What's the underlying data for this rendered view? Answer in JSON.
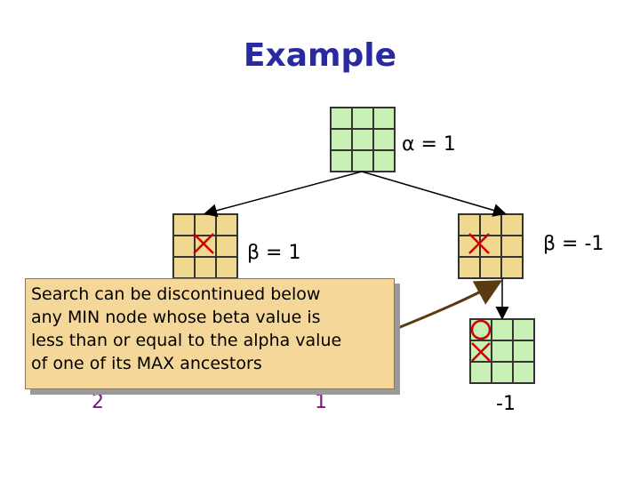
{
  "title": "Example",
  "root": {
    "label": "α = 1"
  },
  "left_min": {
    "label": "β = 1"
  },
  "right_min": {
    "label": "β = -1"
  },
  "callout": {
    "lines": [
      "Search can be discontinued below",
      "any MIN node whose beta value is",
      "less than or equal to the alpha value",
      "of one of its MAX ancestors"
    ]
  },
  "leaf_values": {
    "left": "2",
    "middle": "1",
    "right": "-1"
  },
  "colors": {
    "title": "#2a2aa0",
    "green": "#c8f0b4",
    "tan": "#f0d890",
    "mark": "#cc0000",
    "arrow": "#5a3a10",
    "callout": "#f5d79a"
  }
}
